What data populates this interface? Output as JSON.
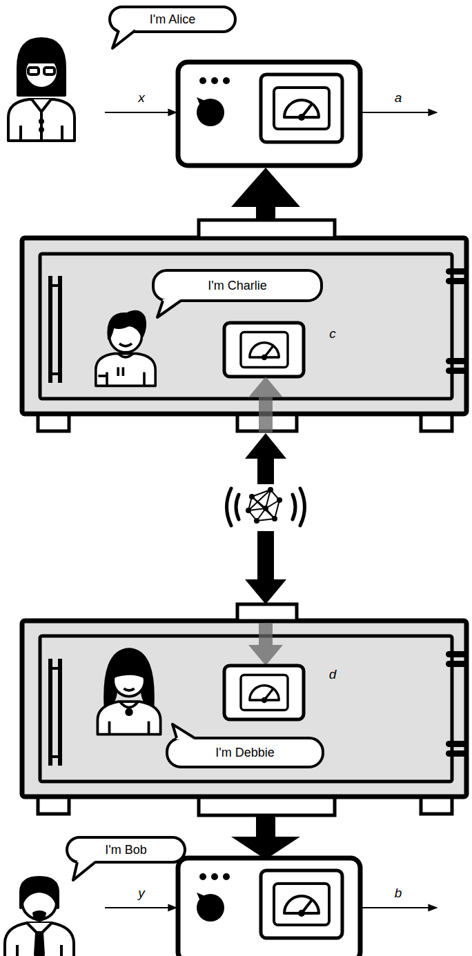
{
  "diagram": {
    "nodes": [
      {
        "text": [
          "I'm Alice"
        ]
      },
      {
        "text": [
          "I'm Charlie"
        ]
      },
      {
        "text": [
          "I'm Debbie"
        ]
      },
      {
        "text": [
          "I'm Bob"
        ]
      }
    ],
    "labels": [
      "x",
      "a",
      "c",
      "d",
      "y",
      "b"
    ]
  }
}
